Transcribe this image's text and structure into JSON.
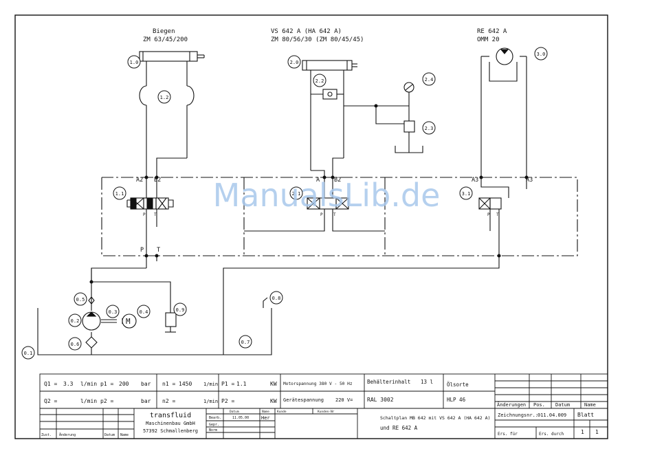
{
  "watermark": "ManualsLib.de",
  "colors": {
    "line": "#111111",
    "watermark": "#a9c8ec",
    "paper": "#ffffff"
  },
  "components": {
    "c10": {
      "title": "Biegen",
      "subtitle": "ZM 63/45/200",
      "label": "1.0"
    },
    "c12": {
      "label": "1.2"
    },
    "c20": {
      "title": "VS 642 A  (HA 642 A)",
      "subtitle": "ZM 80/56/30 (ZM 80/45/45)",
      "label": "2.0"
    },
    "c22": {
      "label": "2.2"
    },
    "c23": {
      "label": "2.3"
    },
    "c24": {
      "label": "2.4"
    },
    "c30": {
      "title": "RE 642 A",
      "subtitle": "OMM 20",
      "label": "3.0"
    },
    "c11": {
      "label": "1.1"
    },
    "c21": {
      "label": "2.1"
    },
    "c31": {
      "label": "3.1"
    },
    "c01": {
      "label": "0.1"
    },
    "c02": {
      "label": "0.2"
    },
    "c03": {
      "label": "0.3"
    },
    "c04": {
      "label": "0.4"
    },
    "c05": {
      "label": "0.5"
    },
    "c06": {
      "label": "0.6"
    },
    "c07": {
      "label": "0.7"
    },
    "c08": {
      "label": "0.8"
    },
    "c09": {
      "label": "0.9"
    }
  },
  "ports": {
    "a2": "A2",
    "b2": "B2",
    "p1": "P",
    "t1": "T",
    "a_v2": "A",
    "b_v2": "B2",
    "p2": "P",
    "t2": "T",
    "a3": "A3",
    "a3b": "A3",
    "p3": "P",
    "t3": "T",
    "p_main": "P",
    "t_main": "T"
  },
  "symbols": {
    "motor": "M"
  },
  "titleblock": {
    "q1_label": "Q1 =",
    "q1_value": "3.3",
    "q1_unit": "l/min",
    "p1_label": "p1 =",
    "p1_value": "200",
    "p1_unit": "bar",
    "n1_label": "n1 =",
    "n1_value": "1450",
    "n1_unit": "1/min",
    "P1_label": "P1 =",
    "P1_value": "1.1",
    "P1_unit": "KW",
    "motorspannung_label": "Motorspannung 380 V - 50 Hz",
    "behaelter_label": "Behälterinhalt",
    "behaelter_value": "13 l",
    "oelsorte_label": "Ölsorte",
    "oelsorte_value": "HLP 46",
    "q2_label": "Q2 =",
    "q2_unit": "l/min",
    "p2_label": "p2 =",
    "p2_unit": "bar",
    "n2_label": "n2 =",
    "n2_unit": "1/min",
    "P2_label": "P2 =",
    "P2_unit": "KW",
    "geraete_label": "Gerätespannung",
    "geraete_value": "220 V=",
    "ral": "RAL 3002",
    "company_name": "transfluid",
    "company_line1": "Maschinenbau GmbH",
    "company_line2": "57392 Schmallenberg",
    "hdr_datum": "Datum",
    "hdr_name": "Name",
    "hdr_kunde": "Kunde",
    "hdr_kunden_nr": "Kunden-Nr",
    "bearb_label": "Bearb.",
    "bearb_date": "11.05.00",
    "bearb_name": "Her",
    "gepr_label": "Gepr.",
    "norm_label": "Norm",
    "title_line1": "Schaltplan MB 642 mit VS 642 A (HA 642 A)",
    "title_line2": "und RE 642 A",
    "aenderungen": "Änderungen",
    "pos": "Pos.",
    "datum": "Datum",
    "name": "Name",
    "zeichnungsnr_label": "Zeichnungsnr.:",
    "zeichnungsnr_value": "011.04.009",
    "blatt_label": "Blatt",
    "blatt_value": "1",
    "blatt_of": "1",
    "ers_fuer": "Ers. für",
    "ers_durch": "Ers. durch",
    "zust": "Zust.",
    "aenderung": "Änderung",
    "datum_small": "Datum",
    "name_small": "Name"
  }
}
